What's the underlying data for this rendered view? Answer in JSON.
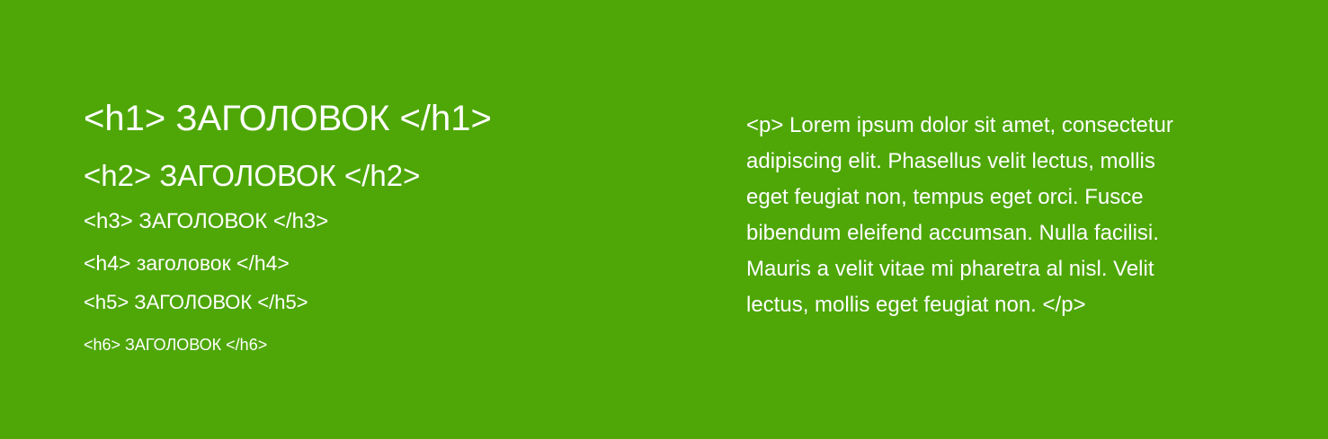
{
  "background_color": "#4ea707",
  "text_color": "#ffffff",
  "headings": {
    "h1": "<h1> ЗАГОЛОВОК </h1>",
    "h2": "<h2> ЗАГОЛОВОК </h2>",
    "h3": "<h3> ЗАГОЛОВОК </h3>",
    "h4": "<h4> заголовок </h4>",
    "h5": "<h5> ЗАГОЛОВОК </h5>",
    "h6": "<h6> ЗАГОЛОВОК </h6>"
  },
  "paragraph": {
    "lines": [
      "<p> Lorem ipsum dolor sit amet, consectetur",
      "adipiscing elit. Phasellus velit lectus, mollis",
      "eget feugiat non, tempus eget orci. Fusce",
      "bibendum eleifend accumsan. Nulla facilisi.",
      "Mauris a velit vitae mi pharetra al nisl. Velit",
      "lectus, mollis eget feugiat non. </p>"
    ]
  }
}
